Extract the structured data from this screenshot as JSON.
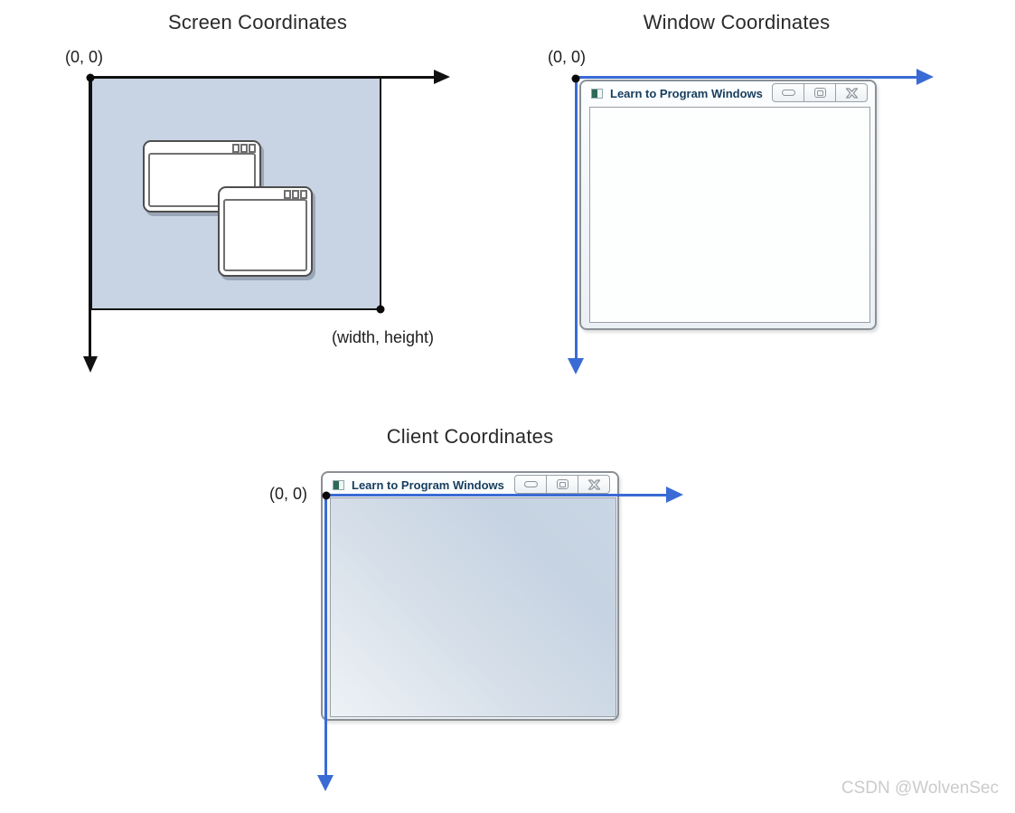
{
  "figure": {
    "watermark": "CSDN @WolvenSec",
    "colors": {
      "screen_fill": "#c8d4e3",
      "arrow_black": "#111111",
      "arrow_blue": "#3a6bd5",
      "client_shade": "#c6d3e2",
      "watermark_gray": "#cbcbcb",
      "window_title_text": "#173d5e"
    }
  },
  "screen_diagram": {
    "title": "Screen Coordinates",
    "origin_label": "(0, 0)",
    "extent_label": "(width, height)"
  },
  "window_diagram": {
    "title": "Window Coordinates",
    "origin_label": "(0, 0)",
    "window": {
      "title": "Learn to Program Windows",
      "buttons": [
        "minimize",
        "maximize",
        "close"
      ]
    }
  },
  "client_diagram": {
    "title": "Client Coordinates",
    "origin_label": "(0, 0)",
    "window": {
      "title": "Learn to Program Windows",
      "buttons": [
        "minimize",
        "maximize",
        "close"
      ]
    }
  }
}
